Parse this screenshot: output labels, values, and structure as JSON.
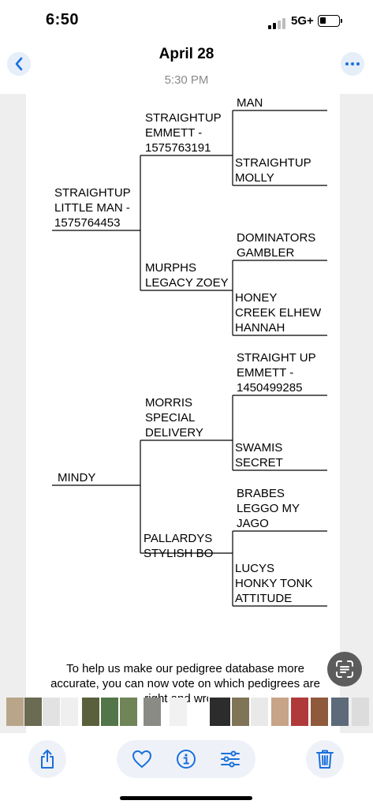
{
  "status": {
    "time": "6:50",
    "network": "5G+"
  },
  "header": {
    "date": "April 28",
    "time": "5:30 PM",
    "back_icon": "chevron-left-icon",
    "more_icon": "ellipsis-icon"
  },
  "pedigree": {
    "subject_sire": "STRAIGHTUP\nLITTLE MAN -\n1575764453",
    "subject_dam": "MINDY",
    "sire_sire": "STRAIGHTUP\nEMMETT -\n1575763191",
    "sire_dam": "MURPHS\nLEGACY ZOEY",
    "dam_sire": "MORRIS\nSPECIAL\nDELIVERY",
    "dam_dam": "PALLARDYS\nSTYLISH BO",
    "gen3": [
      "MAN",
      "STRAIGHTUP\nMOLLY",
      "DOMINATORS\nGAMBLER",
      "HONEY\nCREEK ELHEW\nHANNAH",
      "STRAIGHT UP\nEMMETT -\n1450499285",
      "SWAMIS\nSECRET",
      "BRABES\nLEGGO MY\nJAGO",
      "LUCYS\nHONKY TONK\nATTITUDE"
    ],
    "note": "To help us make our pedigree database more accurate, you can now vote on which pedigrees are right and wrong"
  },
  "thumbnails": {
    "count": 17,
    "selected_index": 9
  },
  "toolbar": {
    "share_icon": "share-icon",
    "favorite_icon": "heart-icon",
    "info_icon": "info-icon",
    "adjust_icon": "sliders-icon",
    "delete_icon": "trash-icon"
  },
  "colors": {
    "accent": "#1a6fdc",
    "toolbar_bg": "#eef2f8",
    "photo_bg": "#eeeeee"
  }
}
